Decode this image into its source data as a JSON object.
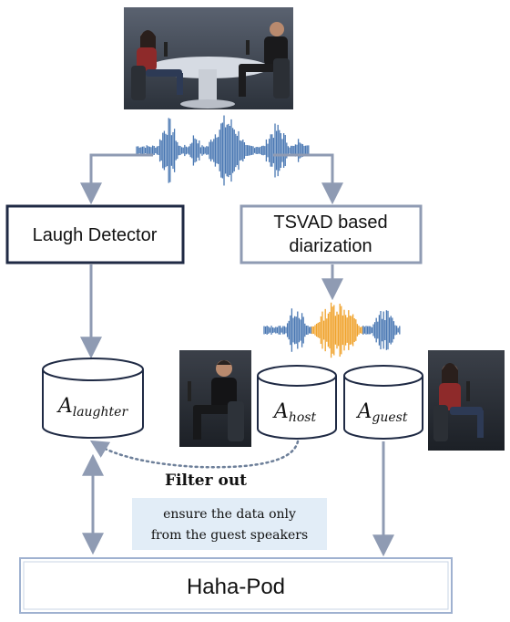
{
  "nodes": {
    "laugh_detector": "Laugh Detector",
    "tsvad_line1": "TSVAD based",
    "tsvad_line2": "diarization",
    "db_laughter": {
      "base": "A",
      "sub": "laughter"
    },
    "db_host": {
      "base": "A",
      "sub": "host"
    },
    "db_guest": {
      "base": "A",
      "sub": "guest"
    },
    "output": "Haha-Pod"
  },
  "annotations": {
    "filter_title": "Filter out",
    "note_line1": "ensure the data only",
    "note_line2": "from the guest speakers"
  },
  "colors": {
    "arrow": "#8f9bb3",
    "waveform": "#4a78b3",
    "waveform_highlight": "#f0a32c",
    "laugh_box_border": "#1f2a44",
    "tsvad_box_border": "#8f9bb3",
    "output_box_border": "#9fb1d0",
    "note_bg": "#e2edf7",
    "dotted": "#6d7f99"
  },
  "images": {
    "top": "podcast-studio-photo",
    "host": "host-speaker-photo",
    "guest": "guest-speaker-photo"
  }
}
